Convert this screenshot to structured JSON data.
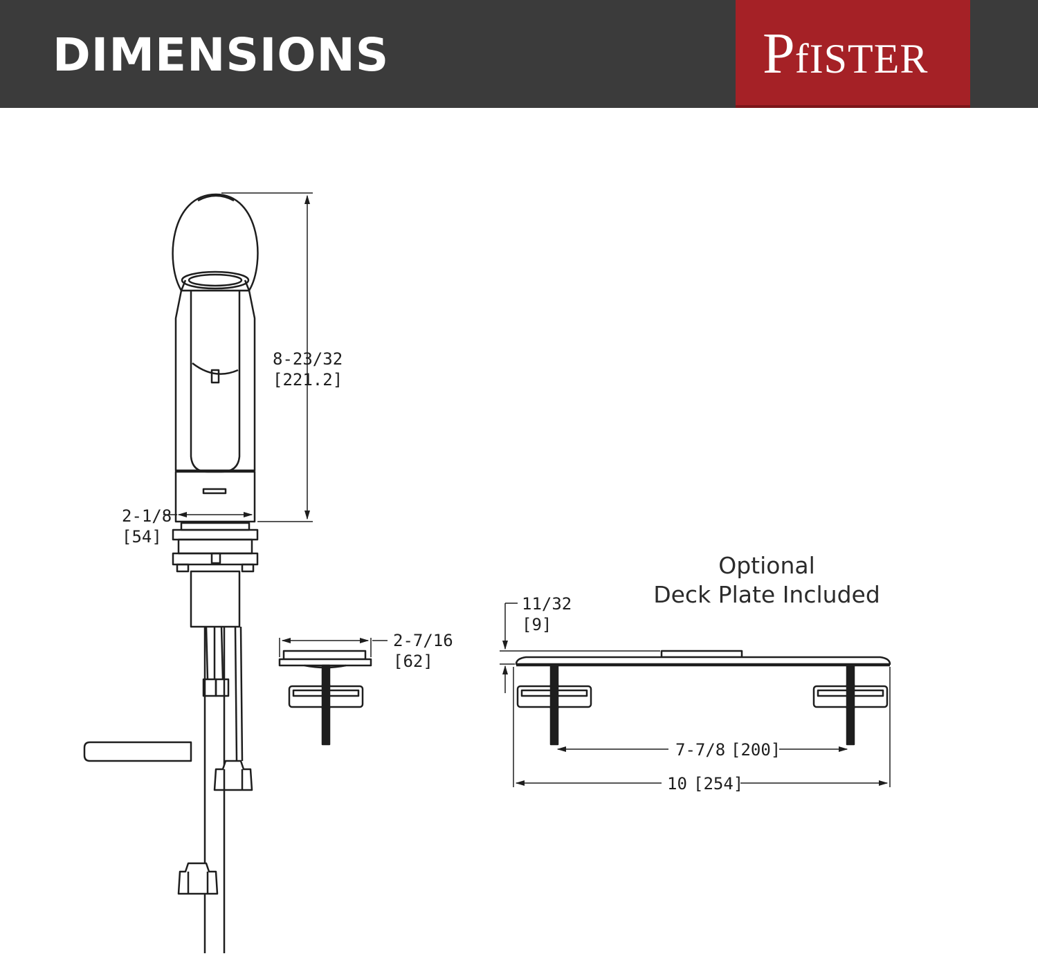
{
  "header": {
    "title": "DIMENSIONS",
    "background_color": "#3b3b3b",
    "brand": {
      "name": "Pfister",
      "logo_first": "P",
      "logo_rest": "fISTER",
      "color": "#a52126"
    }
  },
  "faucet": {
    "height_dim": {
      "fraction": "8-23/32",
      "metric": "[221.2]"
    },
    "base_width_dim": {
      "fraction": "2-1/8",
      "metric": "[54]"
    }
  },
  "plug": {
    "width_dim": {
      "fraction": "2-7/16",
      "metric": "[62]"
    }
  },
  "deck_plate": {
    "caption_line1": "Optional",
    "caption_line2": "Deck Plate Included",
    "thickness_dim": {
      "fraction": "11/32",
      "metric": "[9]"
    },
    "spacing_dim": {
      "fraction": "7-7/8",
      "metric": "[200]"
    },
    "length_dim": {
      "fraction": "10",
      "metric": "[254]"
    }
  }
}
